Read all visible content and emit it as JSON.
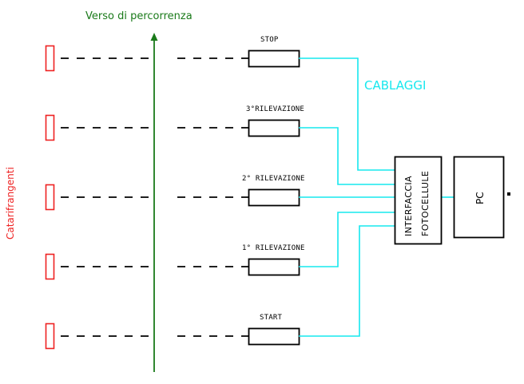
{
  "diagram": {
    "title_arrow_label": "Verso di percorrenza",
    "reflectors_label": "Catarifrangenti",
    "cabling_label": "CABLAGGI",
    "interface_label_line1": "INTERFACCIA",
    "interface_label_line2": "FOTOCELLULE",
    "pc_label": "PC",
    "colors": {
      "reflector": "#ee2222",
      "arrow": "#1a7a1a",
      "cabling": "#16e8ee",
      "box_stroke": "#000000",
      "beam": "#000000",
      "background": "#ffffff"
    },
    "rows": [
      {
        "label": "STOP",
        "index": 1
      },
      {
        "label": "3°RILEVAZIONE",
        "index": 2
      },
      {
        "label": "2° RILEVAZIONE",
        "index": 3
      },
      {
        "label": "1° RILEVAZIONE",
        "index": 4
      },
      {
        "label": "START",
        "index": 5
      }
    ]
  }
}
